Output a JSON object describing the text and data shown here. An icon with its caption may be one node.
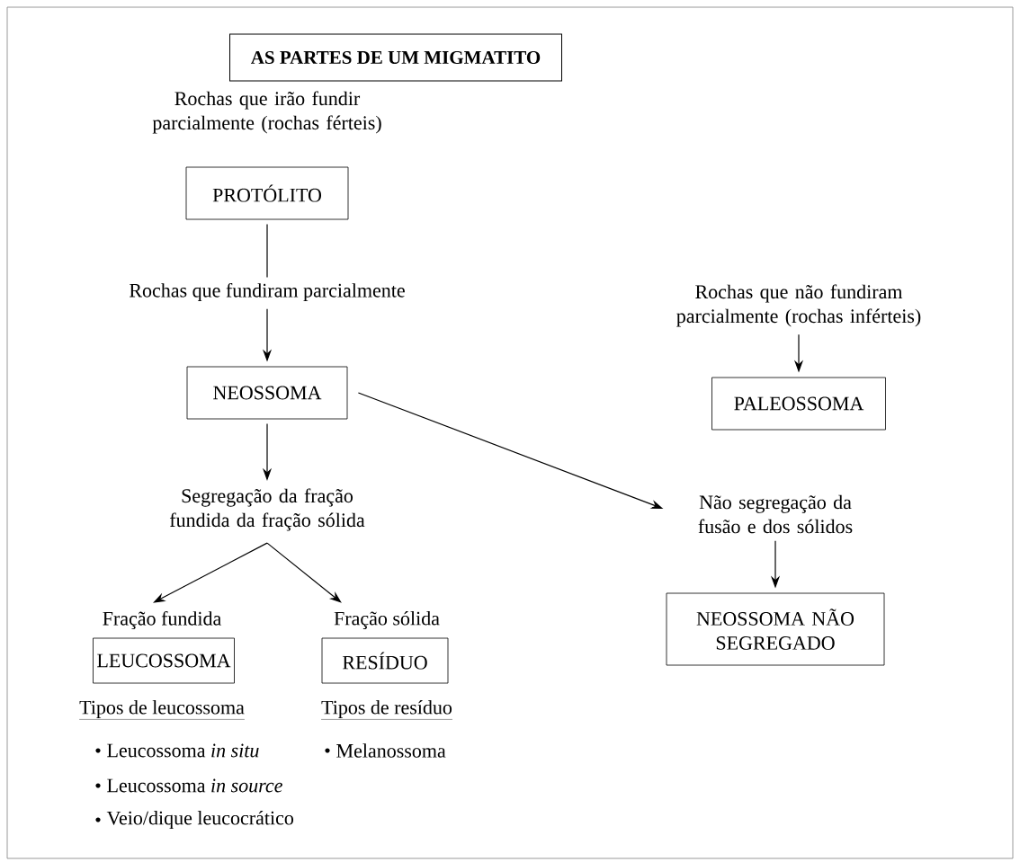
{
  "diagram": {
    "title": "AS PARTES DE UM MIGMATITO",
    "nodes": [
      {
        "text": [
          "PROTÓLITO"
        ],
        "beside": [
          "Rochas que irão fundir parcialmente (rochas férteis)"
        ]
      },
      {
        "text": [
          "Rochas que fundiram parcialmente"
        ]
      },
      {
        "text": [
          "NEOSSOMA"
        ]
      },
      {
        "text": [
          "Rochas que não fundiram parcialmente (rochas inférteis)"
        ]
      },
      {
        "text": [
          "PALEOSSOMA"
        ]
      },
      {
        "text": [
          "Segregação da fração fundida da fração sólida"
        ]
      },
      {
        "text": [
          "Não segregação da fusão e dos sólidos"
        ]
      },
      {
        "text": [
          "LEUCOSSOMA"
        ],
        "beside": [
          "Fração fundida"
        ]
      },
      {
        "text": [
          "RESÍDUO"
        ],
        "beside": [
          "Fração sólida"
        ]
      },
      {
        "text": [
          "NEOSSOMA NÃO SEGREGADO"
        ]
      }
    ],
    "edges": [
      {
        "from": 0,
        "to": 1,
        "arrow": "none"
      },
      {
        "from": 1,
        "to": 2,
        "arrow": "to"
      },
      {
        "from": 3,
        "to": 4,
        "arrow": "to"
      },
      {
        "from": 2,
        "to": 5,
        "arrow": "to"
      },
      {
        "from": 2,
        "to": 6,
        "arrow": "to"
      },
      {
        "from": 5,
        "to": 7,
        "arrow": "to"
      },
      {
        "from": 5,
        "to": 8,
        "arrow": "to"
      },
      {
        "from": 6,
        "to": 9,
        "arrow": "to"
      }
    ],
    "labels": [
      "Tipos de leucossoma",
      "Leucossoma *in situ*",
      "Leucossoma *in source*",
      "Veio/dique leucocrático",
      "Tipos de resíduo",
      "Melanossoma"
    ]
  }
}
